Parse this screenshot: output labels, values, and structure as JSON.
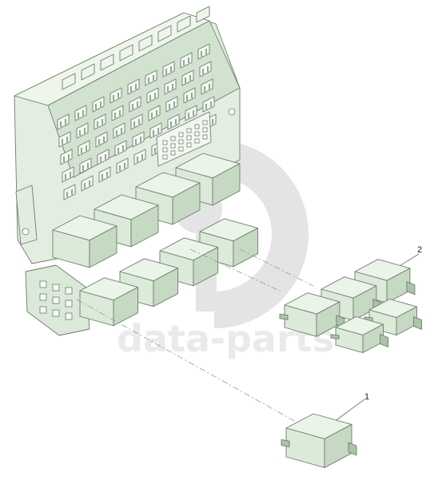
{
  "diagram": {
    "colors": {
      "part_face": "#dbead9",
      "part_light": "#eaf4e8",
      "part_side": "#c6dac3",
      "part_dark": "#a9c4a6",
      "outline": "#6f7d6f",
      "leader": "#999999",
      "watermark": "#d0d0d0"
    },
    "callouts": [
      {
        "id": "relay-single",
        "label": "1"
      },
      {
        "id": "relay-group",
        "label": "2"
      }
    ],
    "watermark": {
      "text": "data-parts",
      "icon": "data-parts-logo-icon"
    }
  }
}
